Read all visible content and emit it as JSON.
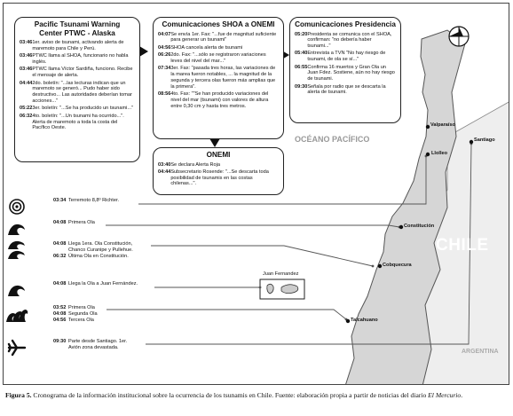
{
  "ptwc": {
    "title_1": "Pacific Tsunami Warning",
    "title_2": "Center PTWC - Alaska",
    "entries": [
      {
        "time": "03:46",
        "text": "1er. aviso de tsunami, activando alerta de maremoto para Chile y Perú."
      },
      {
        "time": "03:46",
        "text": "PTWC llama al SHOA, funcionario no habla inglés."
      },
      {
        "time": "03:46",
        "text": "PTWC llama Víctor Sardiña, funciono. Recibe el mensaje de alerta."
      },
      {
        "time": "04:44",
        "text": "2do. boletín: \"...las lecturas indican que un maremoto se generó... Pudo haber sido destructivo... Las autoridades deberían tomar acciones...\""
      },
      {
        "time": "05:22",
        "text": "3er. boletín: \"...Se ha producido un tsunami...\""
      },
      {
        "time": "06:32",
        "text": "4to. boletín: \"...Un tsunami ha ocurrido...\". Alerta de maremoto a toda la costa del Pacífico Oeste."
      }
    ]
  },
  "shoa": {
    "title": "Comunicaciones SHOA a ONEMI",
    "entries": [
      {
        "time": "04:07",
        "text": "Se envía 1er. Fax: \"...fue de magnitud suficiente para generar un tsunami\""
      },
      {
        "time": "04:56",
        "text": "SHOA cancela alerta de tsunami"
      },
      {
        "time": "06:26",
        "text": "2do. Fax: \"...sólo se registraron variaciones leves del nivel del mar...\""
      },
      {
        "time": "07:34",
        "text": "3er. Fax: \"pasada tres horas, las variaciones de la marea fueron notables, ... la magnitud de la segunda y tercera olas fueron más amplias que la primera\"."
      },
      {
        "time": "08:56",
        "text": "4to. Fax: \"\"Se han producido variaciones del nivel del mar (tsunami) con valores de altura entre 0,30 cm y hasta tres metros."
      }
    ]
  },
  "presidencia": {
    "title": "Comunicaciones Presidencia",
    "entries": [
      {
        "time": "05:20",
        "text": "Presidenta se comunica con el SHOA, confirman: \"no debería haber tsunami...\""
      },
      {
        "time": "05:40",
        "text": "Entrevista a TVN \"No hay riesgo de tsunami, de ola se sí...\""
      },
      {
        "time": "06:55",
        "text": "Confirma 16 muertos y Gran Ola un Juan Fdez. Sostiene, aún no hay riesgo de tsunami."
      },
      {
        "time": "09:30",
        "text": "Señala por radio que se descarta la alerta de tsunami."
      }
    ]
  },
  "onemi": {
    "title": "ONEMI",
    "entries": [
      {
        "time": "03:40",
        "text": "Se declara Alerta Roja"
      },
      {
        "time": "04:44",
        "text": "Subsecretario Rosende: \"...Se descarta toda posibilidad de tsunamis en las costas chilenas...\"."
      }
    ]
  },
  "timeline": [
    {
      "icon": "earthquake-icon",
      "lines": [
        {
          "time": "03:34",
          "text": "Terremoto 8,8º Richter."
        }
      ]
    },
    {
      "icon": "wave-icon",
      "lines": [
        {
          "time": "04:08",
          "text": "Primera Ola"
        }
      ]
    },
    {
      "icon": "double-wave-icon",
      "lines": [
        {
          "time": "04:08",
          "text": "Llega 1era. Ola Constitución,"
        },
        {
          "time": "",
          "text": "Chanco Curanipe y Pullehue."
        },
        {
          "time": "06:32",
          "text": "Última Ola en Constitución."
        }
      ]
    },
    {
      "icon": "wave-icon",
      "lines": [
        {
          "time": "04:08",
          "text": "Llega la Ola a Juan Fernández."
        }
      ]
    },
    {
      "icon": "triple-wave-icon",
      "lines": [
        {
          "time": "03:52",
          "text": "Primera Ola"
        },
        {
          "time": "04:08",
          "text": "Segunda Ola"
        },
        {
          "time": "04:56",
          "text": "Tercera Ola"
        }
      ]
    },
    {
      "icon": "airplane-icon",
      "lines": [
        {
          "time": "09:30",
          "text": "Parte desde Santiago. 1er."
        },
        {
          "time": "",
          "text": "Avión zona devastada."
        }
      ]
    }
  ],
  "map": {
    "ocean_label": "OCÉANO PACÍFICO",
    "country_label": "CHILE",
    "neighbor_label": "ARGENTINA",
    "island_label": "Juan Fernandez",
    "cities": [
      "Valparaíso",
      "Santiago",
      "Llolleo",
      "Constitución",
      "Cobquecura",
      "Talcahuano"
    ],
    "land_color": "#d6d6d6",
    "neighbor_color": "#eeeeee",
    "route_color": "#555555"
  },
  "caption": {
    "label": "Figura 5.",
    "text": " Cronograma de la información institucional sobre la ocurrencia de los tsunamis en Chile. Fuente: elaboración propia a partir de noticias del diario ",
    "source": "El Mercurio",
    "end": "."
  }
}
